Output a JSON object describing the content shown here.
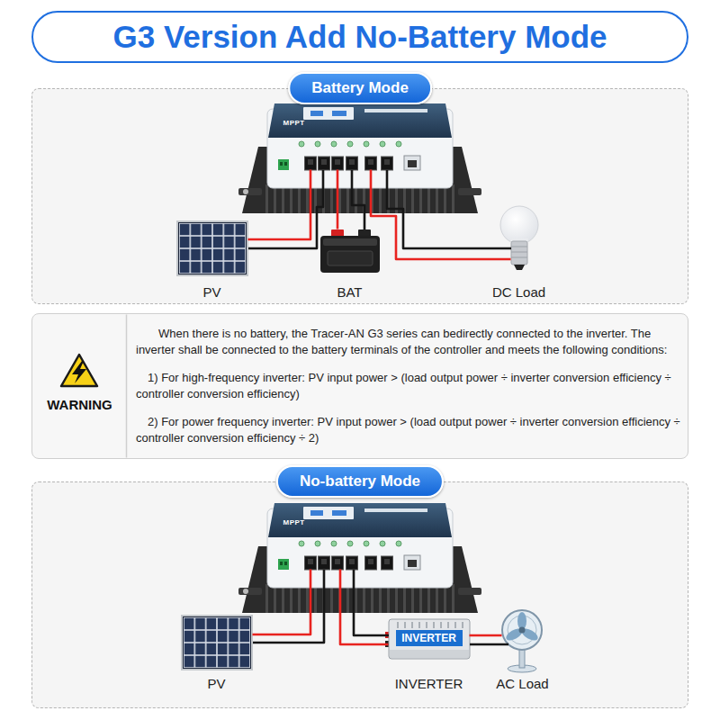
{
  "diagram": {
    "title": "G3 Version Add No-Battery Mode",
    "nodes": [
      {
        "text": [
          "Battery Mode"
        ]
      },
      {
        "text": [
          "MPPT"
        ],
        "in": 0
      },
      {
        "text": [
          "PV"
        ],
        "in": 0
      },
      {
        "text": [
          "BAT"
        ],
        "in": 0
      },
      {
        "text": [
          "DC Load"
        ],
        "in": 0
      },
      {
        "text": [
          "WARNING",
          "When there is no battery, the Tracer-AN G3 series can bedirectly connected to the inverter. The inverter shall be connected to the battery terminals of the controller and meets the following conditions:",
          "1) For high-frequency inverter: PV input power > (load output power ÷ inverter conversion efficiency ÷ controller conversion efficiency)",
          "2) For power frequency inverter: PV input power > (load output power ÷ inverter conversion efficiency ÷ controller conversion efficiency ÷ 2)"
        ]
      },
      {
        "text": [
          "No-battery Mode"
        ]
      },
      {
        "text": [
          "MPPT"
        ],
        "in": 6
      },
      {
        "text": [
          "PV"
        ],
        "in": 6
      },
      {
        "text": [
          "INVERTER",
          "INVERTER"
        ],
        "in": 6
      },
      {
        "text": [
          "AC Load"
        ],
        "in": 6
      }
    ],
    "edges": [
      {
        "from": 2,
        "to": 1,
        "arrow": "none"
      },
      {
        "from": 3,
        "to": 1,
        "arrow": "none"
      },
      {
        "from": 1,
        "to": 4,
        "arrow": "none"
      },
      {
        "from": 8,
        "to": 7,
        "arrow": "none"
      },
      {
        "from": 7,
        "to": 9,
        "arrow": "none"
      },
      {
        "from": 9,
        "to": 10,
        "arrow": "none"
      }
    ]
  }
}
